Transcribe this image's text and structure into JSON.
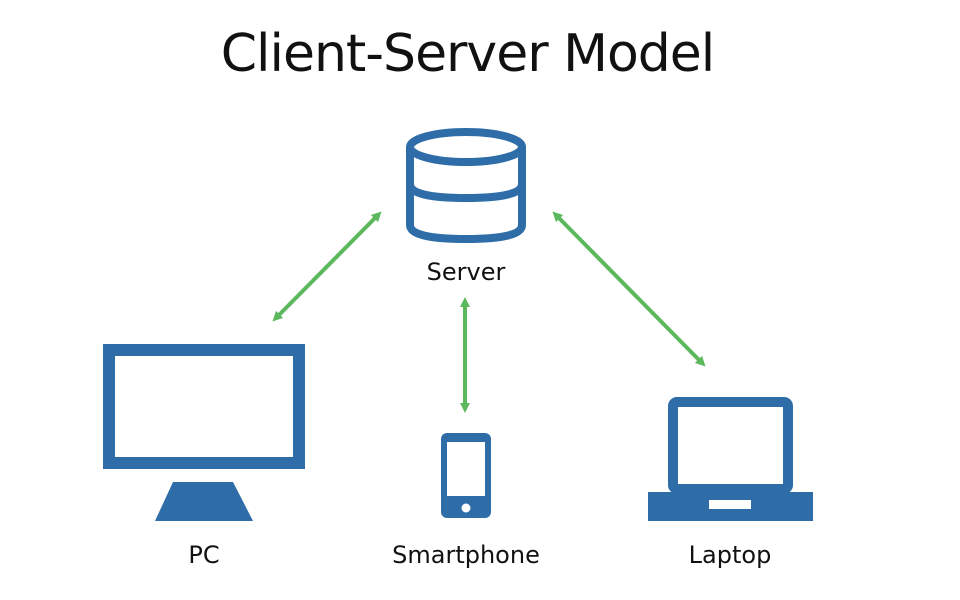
{
  "title": "Client-Server Model",
  "colors": {
    "device": "#2e6da8",
    "connector": "#5cb85c",
    "text": "#111111",
    "background": "#ffffff"
  },
  "nodes": {
    "server": {
      "label": "Server",
      "icon": "database-icon"
    },
    "pc": {
      "label": "PC",
      "icon": "desktop-monitor-icon"
    },
    "smartphone": {
      "label": "Smartphone",
      "icon": "smartphone-icon"
    },
    "laptop": {
      "label": "Laptop",
      "icon": "laptop-icon"
    }
  },
  "connections": [
    {
      "from": "Server",
      "to": "PC",
      "direction": "bidirectional"
    },
    {
      "from": "Server",
      "to": "Smartphone",
      "direction": "bidirectional"
    },
    {
      "from": "Server",
      "to": "Laptop",
      "direction": "bidirectional"
    }
  ]
}
